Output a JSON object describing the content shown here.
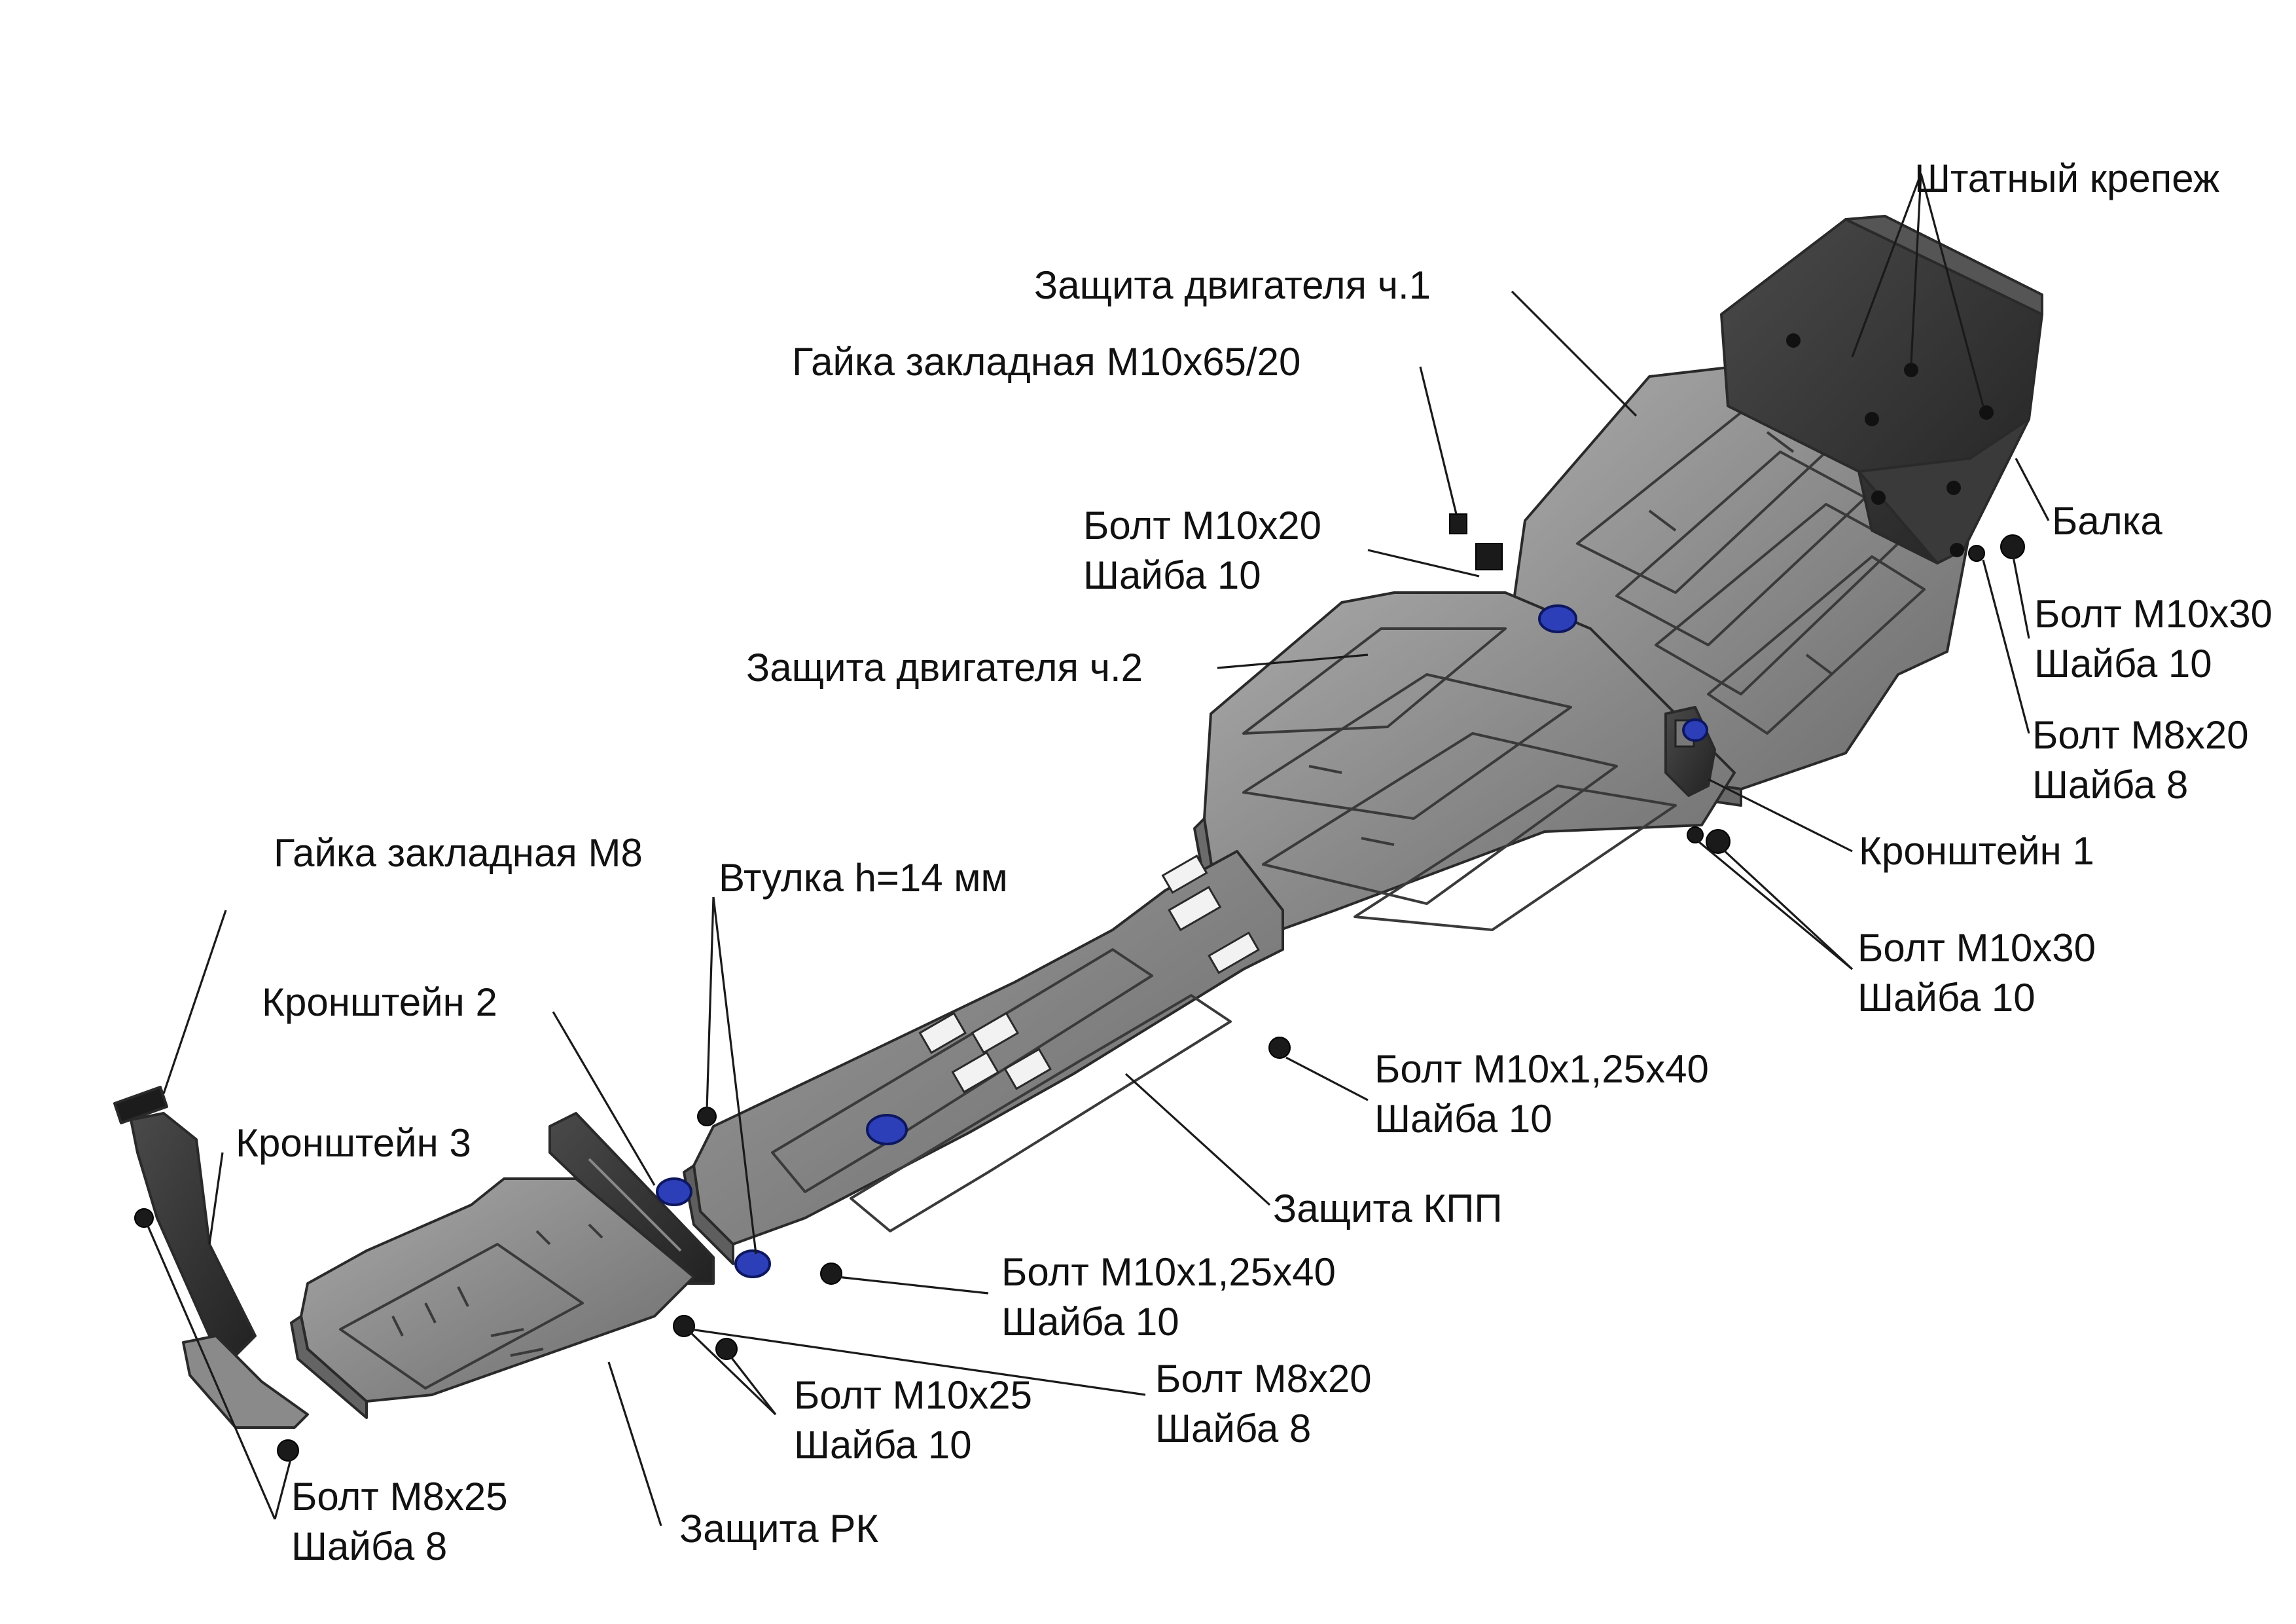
{
  "labels": {
    "shtatny_krepezh": "Штатный крепеж",
    "zashchita_dvigatelya_1": "Защита двигателя ч.1",
    "gaika_zakladnaya_m10": "Гайка закладная М10х65/20",
    "bolt_m10x20_line1": "Болт М10х20",
    "bolt_m10x20_line2": "Шайба 10",
    "balka": "Балка",
    "bolt_m10x30_top_line1": "Болт М10х30",
    "bolt_m10x30_top_line2": "Шайба 10",
    "zashchita_dvigatelya_2": "Защита двигателя ч.2",
    "bolt_m8x20_right_line1": "Болт М8х20",
    "bolt_m8x20_right_line2": "Шайба 8",
    "kronshtein_1": "Кронштейн 1",
    "gaika_zakladnaya_m8": "Гайка закладная М8",
    "vtulka": "Втулка h=14 мм",
    "bolt_m10x30_mid_line1": "Болт М10х30",
    "bolt_m10x30_mid_line2": "Шайба 10",
    "kronshtein_2": "Кронштейн 2",
    "bolt_m10x125x40_right_line1": "Болт М10х1,25х40",
    "bolt_m10x125x40_right_line2": "Шайба 10",
    "kronshtein_3": "Кронштейн 3",
    "zashchita_kpp": "Защита КПП",
    "bolt_m10x125x40_low_line1": "Болт М10х1,25х40",
    "bolt_m10x125x40_low_line2": "Шайба 10",
    "bolt_m8x20_low_line1": "Болт М8х20",
    "bolt_m8x20_low_line2": "Шайба 8",
    "bolt_m10x25_line1": "Болт М10х25",
    "bolt_m10x25_line2": "Шайба 10",
    "bolt_m8x25_line1": "Болт М8х25",
    "bolt_m8x25_line2": "Шайба 8",
    "zashchita_rk": "Защита РК"
  },
  "colors": {
    "plate_fill": "#8e8e8e",
    "plate_dark": "#5c5c5c",
    "plate_light": "#b9b9b9",
    "bracket": "#2b2b2b",
    "bushing": "#2d3fb8",
    "text": "#111111"
  }
}
